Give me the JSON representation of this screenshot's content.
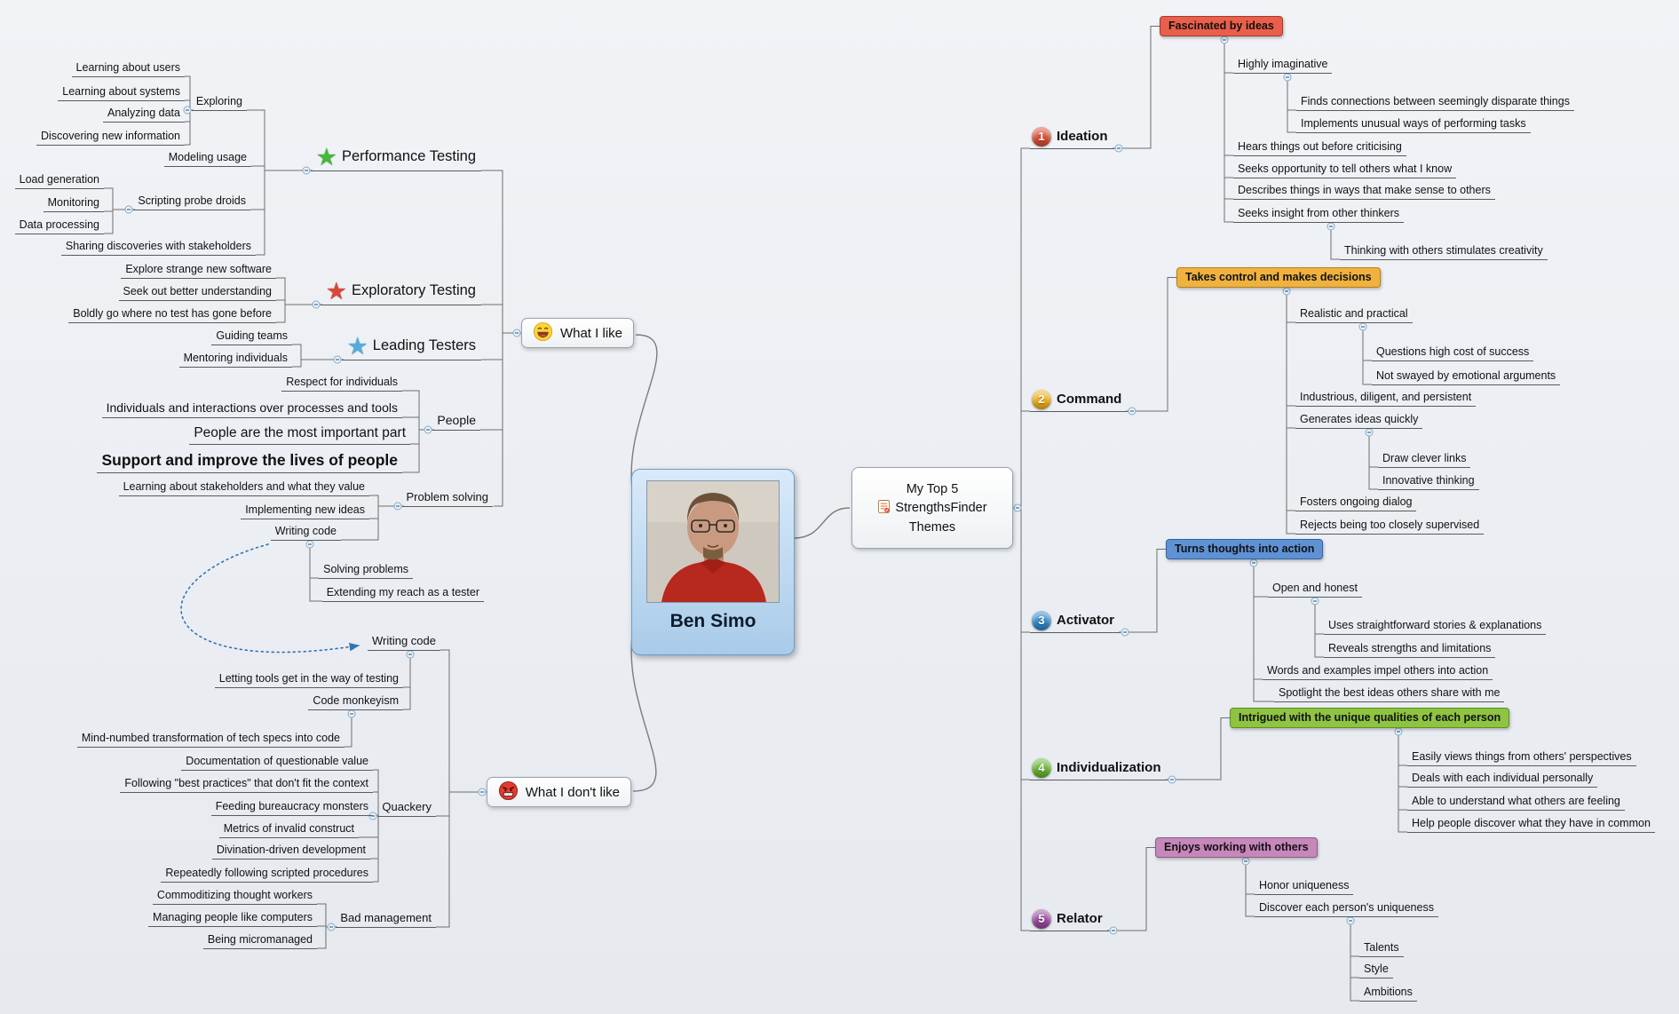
{
  "center": {
    "name": "Ben Simo"
  },
  "hub": {
    "lines": [
      "My Top 5",
      "StrengthsFinder",
      "Themes"
    ]
  },
  "themes": [
    {
      "num": "1",
      "name": "Ideation",
      "header": "Fascinated by ideas",
      "topics": [
        "Highly imaginative",
        "Finds connections between seemingly disparate things",
        "Implements unusual ways of performing tasks",
        "Hears things out before criticising",
        "Seeks opportunity to tell others what I know",
        "Describes things in ways that make sense to others",
        "Seeks insight from other thinkers",
        "Thinking with others stimulates creativity"
      ]
    },
    {
      "num": "2",
      "name": "Command",
      "header": "Takes control and makes decisions",
      "topics": [
        "Realistic and practical",
        "Questions high cost of success",
        "Not swayed by emotional arguments",
        "Industrious, diligent, and persistent",
        "Generates ideas quickly",
        "Draw clever links",
        "Innovative thinking",
        "Fosters ongoing dialog",
        "Rejects being too closely supervised"
      ]
    },
    {
      "num": "3",
      "name": "Activator",
      "header": "Turns thoughts into action",
      "topics": [
        "Open and honest",
        "Uses straightforward stories & explanations",
        "Reveals strengths and limitations",
        "Words and examples impel others into action",
        "Spotlight the best ideas others share with me"
      ]
    },
    {
      "num": "4",
      "name": "Individualization",
      "header": "Intrigued with the unique qualities of each person",
      "topics": [
        "Easily views things from others' perspectives",
        "Deals with each individual personally",
        "Able to understand what others are feeling",
        "Help people discover what they have in common"
      ]
    },
    {
      "num": "5",
      "name": "Relator",
      "header": "Enjoys working with others",
      "topics": [
        "Honor uniqueness",
        "Discover each person's uniqueness",
        "Talents",
        "Style",
        "Ambitions"
      ]
    }
  ],
  "likes": {
    "label": "What I like",
    "performance": {
      "label": "Performance Testing",
      "topics": [
        "Exploring",
        "Learning about users",
        "Learning about systems",
        "Analyzing data",
        "Discovering new information",
        "Modeling usage",
        "Scripting probe droids",
        "Load generation",
        "Monitoring",
        "Data processing",
        "Sharing discoveries with stakeholders"
      ]
    },
    "exploratory": {
      "label": "Exploratory Testing",
      "topics": [
        "Explore strange new software",
        "Seek out better understanding",
        "Boldly go where no test has gone before"
      ]
    },
    "leading": {
      "label": "Leading Testers",
      "topics": [
        "Guiding teams",
        "Mentoring individuals"
      ]
    },
    "people": {
      "label": "People",
      "topics": [
        "Respect for individuals",
        "Individuals and interactions over processes and tools",
        "People are the most important part",
        "Support and improve the lives of people"
      ]
    },
    "problem_solving": {
      "label": "Problem solving",
      "topics": [
        "Learning about stakeholders and what they value",
        "Implementing new ideas",
        "Writing code",
        "Solving problems",
        "Extending my reach as a tester"
      ]
    }
  },
  "dislikes": {
    "label": "What I don't like",
    "writing_code": {
      "label": "Writing code",
      "topics": [
        "Letting tools get in the way of testing",
        "Code monkeyism",
        "Mind-numbed transformation of tech specs into code"
      ]
    },
    "quackery": {
      "label": "Quackery",
      "topics": [
        "Documentation of questionable value",
        "Following \"best practices\" that don't fit the context",
        "Feeding bureaucracy monsters",
        "Metrics of invalid construct",
        "Divination-driven development",
        "Repeatedly following scripted procedures"
      ]
    },
    "bad_management": {
      "label": "Bad management",
      "topics": [
        "Commoditizing thought workers",
        "Managing people like computers",
        "Being micromanaged"
      ]
    }
  },
  "icons": {
    "like": "laughing-face-emoji",
    "dislike": "angry-face-emoji",
    "hub": "notes-page-icon",
    "performance_star": "green-star",
    "exploratory_star": "red-star",
    "leading_star": "blue-star",
    "center_photo": "portrait-photo"
  },
  "colors": {
    "ball_1": "#d84a32",
    "ball_2": "#efae18",
    "ball_3": "#2f86c9",
    "ball_4": "#64b32c",
    "ball_5": "#99479e",
    "header_1": "#e95f4b",
    "header_2": "#f0b23e",
    "header_3": "#5f92d5",
    "header_4": "#8ec440",
    "header_5": "#c687ba",
    "center_bg": "#bcd8f0",
    "relationship_line": "#2f74b5",
    "connector": "#6e6e6e",
    "background": "#edeff3"
  }
}
